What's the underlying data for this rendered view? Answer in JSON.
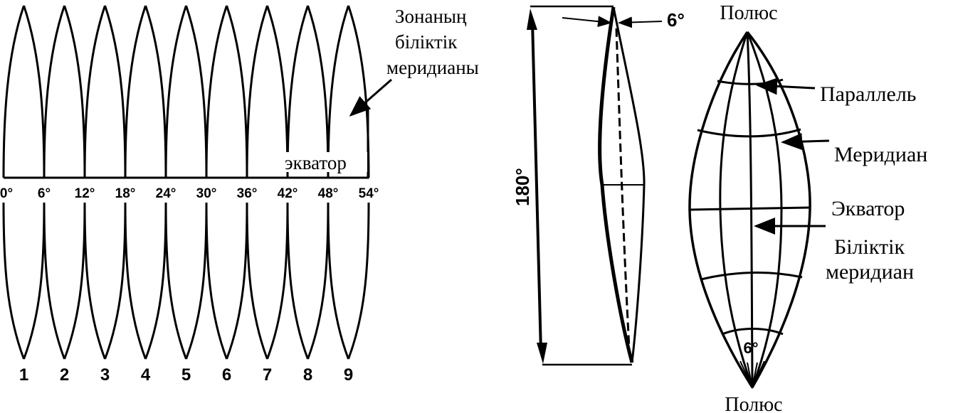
{
  "left_panel": {
    "zone_meridian_label": [
      "Зонаның",
      "біліктік",
      "меридианы"
    ],
    "equator_label": "экватор",
    "degree_labels": [
      "0°",
      "6°",
      "12°",
      "18°",
      "24°",
      "30°",
      "36°",
      "42°",
      "48°",
      "54°"
    ],
    "zone_numbers": [
      "1",
      "2",
      "3",
      "4",
      "5",
      "6",
      "7",
      "8",
      "9"
    ]
  },
  "middle_panel": {
    "height_label": "180°",
    "width_label": "6°"
  },
  "right_panel": {
    "pole_top": "Полюс",
    "pole_bottom": "Полюс",
    "parallel_label": "Параллель",
    "meridian_label": "Меридиан",
    "equator_label": "Экватор",
    "axial_meridian_label": [
      "Біліктік",
      "меридиан"
    ],
    "angle_label": "6°"
  },
  "colors": {
    "ink": "#000000",
    "background": "#ffffff"
  }
}
